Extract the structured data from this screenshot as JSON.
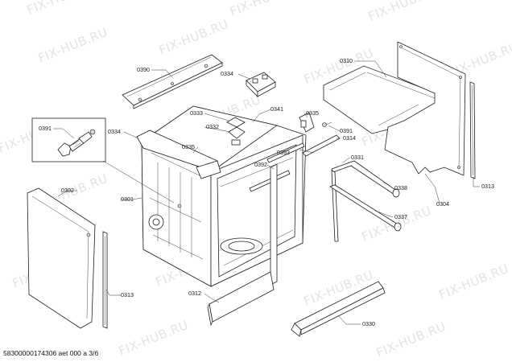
{
  "watermark": "FIX-HUB.RU",
  "footer": "58300000174306 aet 000 a 3/6",
  "labels": {
    "p0390": "0390",
    "p0334a": "0334",
    "p0310": "0310",
    "p0333": "0333",
    "p0341": "0341",
    "p0335a": "0335",
    "p0391a": "0391",
    "p0332": "0332",
    "p0391b": "0391",
    "p0334b": "0334",
    "p0393": "0393",
    "p0314": "0314",
    "p0335b": "0335",
    "p0331": "0331",
    "p0392": "0392",
    "p0313a": "0313",
    "p0302": "0302",
    "p0301": "0301",
    "p0338": "0338",
    "p0304": "0304",
    "p0337": "0337",
    "p0312": "0312",
    "p0313b": "0313",
    "p0330": "0330"
  }
}
